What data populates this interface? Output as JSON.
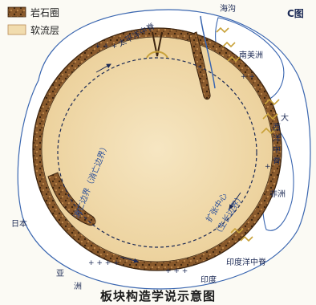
{
  "figure_label": "C图",
  "caption": "板块构造学说示意图",
  "legend": [
    {
      "label": "岩石圈",
      "color": "#8a5a2c",
      "pattern": "rock"
    },
    {
      "label": "软流层",
      "color": "#f2ddb0",
      "pattern": "plain"
    }
  ],
  "labels": {
    "trench": "海沟",
    "mid_pacific_ridge": "太平洋中脊",
    "south_america": "南美洲",
    "atlantic_ridge_1": "大",
    "atlantic_ridge_2": "西",
    "atlantic_ridge_3": "洋",
    "atlantic_ridge_4": "中",
    "atlantic_ridge_5": "脊",
    "africa": "非洲",
    "japan": "日本",
    "subduction_boundary": "消亡边界（消亡边界）",
    "spreading_center_1": "扩张中心",
    "spreading_center_2": "（生长边界）",
    "indian_ocean_ridge": "印度洋中脊",
    "india": "印度",
    "asia_1": "亚",
    "asia_2": "洲"
  },
  "colors": {
    "asthenosphere": "#f1dcae",
    "lithosphere": "#8a5a2c",
    "lithosphere_dark": "#3d2510",
    "ocean_line": "#3a66b0",
    "label_blue": "#1c2a55",
    "arrow_gold": "#c9a23a"
  },
  "icons": {
    "plate_motion": "double-arrow-icon",
    "convection": "dashed-circle-icon"
  }
}
